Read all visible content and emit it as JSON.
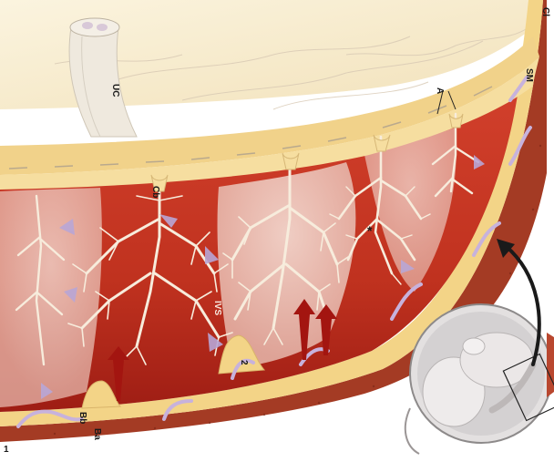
{
  "labels": {
    "uc": "UC",
    "cb": "Cb",
    "sm": "SM",
    "cl": "Cl",
    "a": "A",
    "star": "*",
    "ivs": "IVS",
    "two": "2",
    "bb": "Bb",
    "ba": "Ba",
    "one": "1"
  },
  "colors": {
    "decidua": "#f4d79a",
    "chorionic_plate": "#f1d58f",
    "intervillous_red": "#b7261c",
    "villi": "#f6e9d8",
    "maternal_vessel": "#c9b6dc",
    "myometrium": "#9c3a22",
    "membranes": "#fbf2d8"
  },
  "icons": {
    "curved_arrow": "curved-arrow-icon",
    "fetus": "fetus-in-uterus-illustration"
  }
}
